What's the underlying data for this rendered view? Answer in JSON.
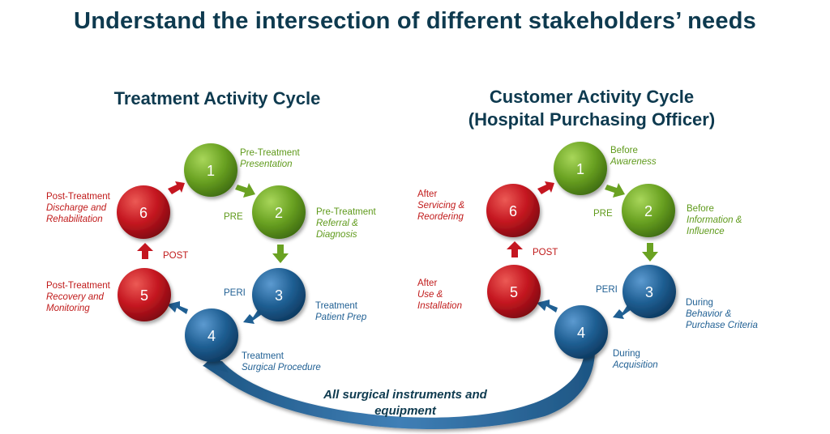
{
  "title": "Understand the intersection of different stakeholders’ needs",
  "colors": {
    "green": "#6aa222",
    "red": "#c41620",
    "blue": "#1f5f93",
    "navy": "#0e3a4f"
  },
  "treatment_cycle": {
    "title": "Treatment Activity Cycle",
    "nodes": [
      {
        "number": "1",
        "label": "Pre-Treatment",
        "sub": "Presentation"
      },
      {
        "number": "2",
        "label": "Pre-Treatment",
        "sub": "Referral  & Diagnosis"
      },
      {
        "number": "3",
        "label": "Treatment",
        "sub": "Patient Prep"
      },
      {
        "number": "4",
        "label": "Treatment",
        "sub": "Surgical Procedure"
      },
      {
        "number": "5",
        "label": "Post-Treatment",
        "sub": "Recovery and Monitoring"
      },
      {
        "number": "6",
        "label": "Post-Treatment",
        "sub": "Discharge and Rehabilitation"
      }
    ],
    "phases": {
      "pre": "PRE",
      "peri": "PERI",
      "post": "POST"
    }
  },
  "customer_cycle": {
    "title_line1": "Customer Activity Cycle",
    "title_line2": "(Hospital Purchasing Officer)",
    "nodes": [
      {
        "number": "1",
        "label": "Before",
        "sub": "Awareness"
      },
      {
        "number": "2",
        "label": "Before",
        "sub": "Information & Influence"
      },
      {
        "number": "3",
        "label": "During",
        "sub": "Behavior & Purchase Criteria"
      },
      {
        "number": "4",
        "label": "During",
        "sub": "Acquisition"
      },
      {
        "number": "5",
        "label": "After",
        "sub": "Use & Installation"
      },
      {
        "number": "6",
        "label": "After",
        "sub": "Servicing & Reordering"
      }
    ],
    "phases": {
      "pre": "PRE",
      "peri": "PERI",
      "post": "POST"
    }
  },
  "connector_text": "All surgical instruments and equipment"
}
